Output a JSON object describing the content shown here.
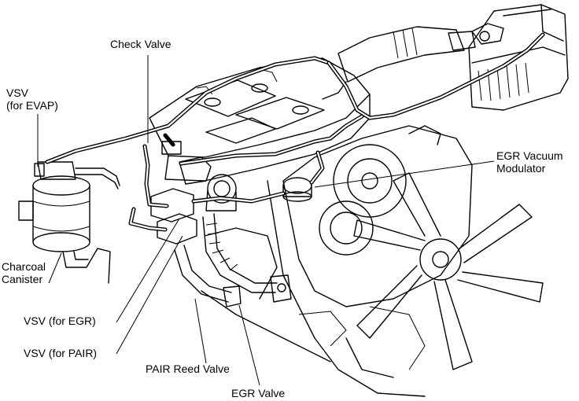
{
  "labels": {
    "check_valve": "Check Valve",
    "vsv_evap_1": "VSV",
    "vsv_evap_2": "(for EVAP)",
    "egr_vac_1": "EGR Vacuum",
    "egr_vac_2": "Modulator",
    "canister_1": "Charcoal",
    "canister_2": "Canister",
    "vsv_egr": "VSV (for EGR)",
    "vsv_pair": "VSV (for PAIR)",
    "pair_reed": "PAIR Reed Valve",
    "egr_valve": "EGR Valve"
  }
}
